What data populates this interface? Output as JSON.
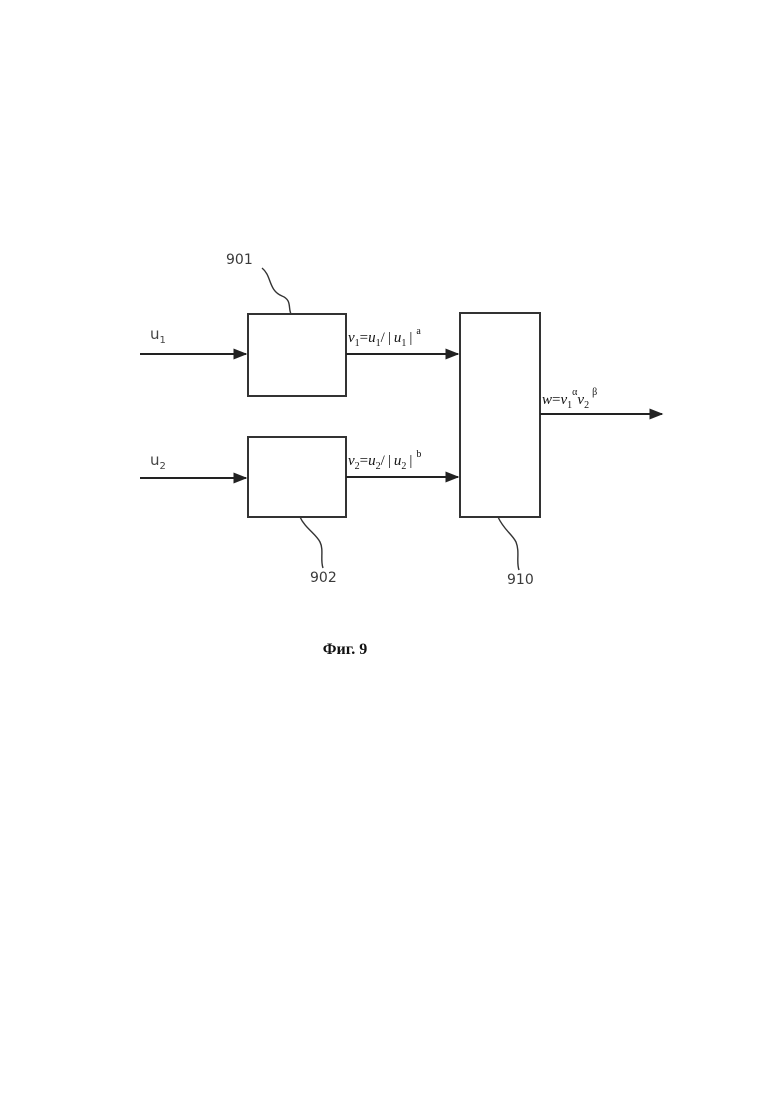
{
  "figure": {
    "caption": "Фиг. 9",
    "inputs": [
      {
        "label": "u",
        "sub": "1"
      },
      {
        "label": "u",
        "sub": "2"
      }
    ],
    "blocks": [
      {
        "ref": "901"
      },
      {
        "ref": "902"
      },
      {
        "ref": "910"
      }
    ],
    "signals": {
      "v1": {
        "var": "v",
        "var_sub": "1",
        "eq": "=",
        "num": "u",
        "num_sub": "1",
        "div": "/",
        "bar_l": "|",
        "abs": "u",
        "abs_sub": "1",
        "bar_r": "|",
        "exp": "a"
      },
      "v2": {
        "var": "v",
        "var_sub": "2",
        "eq": "=",
        "num": "u",
        "num_sub": "2",
        "div": "/",
        "bar_l": "|",
        "abs": "u",
        "abs_sub": "2",
        "bar_r": "|",
        "exp": "b"
      },
      "w": {
        "var": "w",
        "eq": "=",
        "f1": "v",
        "f1_sub": "1",
        "f1_exp": "α",
        "f2": "v",
        "f2_sub": "2",
        "f2_exp": "β"
      }
    }
  }
}
